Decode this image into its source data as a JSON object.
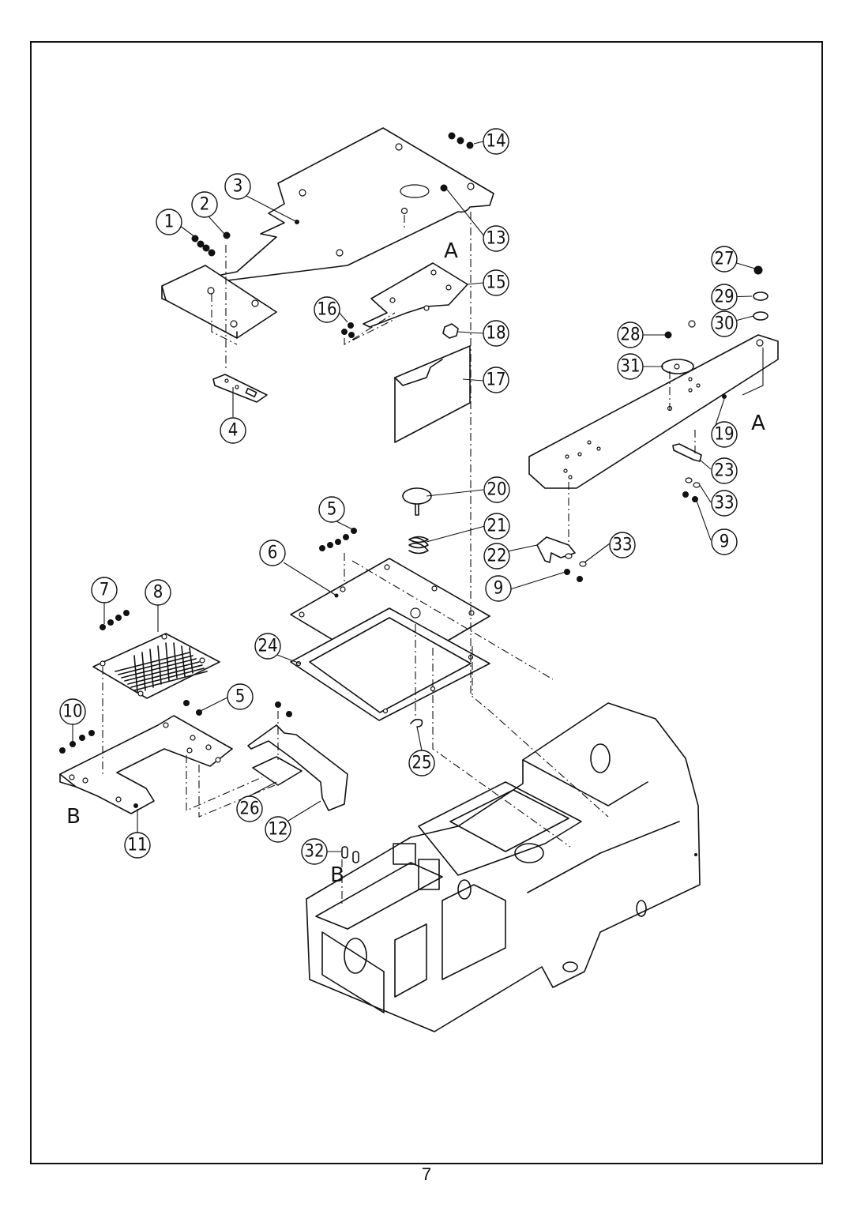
{
  "page": {
    "number": "7"
  },
  "callouts": [
    {
      "label": "1"
    },
    {
      "label": "2"
    },
    {
      "label": "3"
    },
    {
      "label": "4"
    },
    {
      "label": "5"
    },
    {
      "label": "6"
    },
    {
      "label": "7"
    },
    {
      "label": "8"
    },
    {
      "label": "9"
    },
    {
      "label": "10"
    },
    {
      "label": "11"
    },
    {
      "label": "12"
    },
    {
      "label": "13"
    },
    {
      "label": "14"
    },
    {
      "label": "15"
    },
    {
      "label": "16"
    },
    {
      "label": "17"
    },
    {
      "label": "18"
    },
    {
      "label": "19"
    },
    {
      "label": "20"
    },
    {
      "label": "21"
    },
    {
      "label": "22"
    },
    {
      "label": "23"
    },
    {
      "label": "24"
    },
    {
      "label": "25"
    },
    {
      "label": "26"
    },
    {
      "label": "27"
    },
    {
      "label": "28"
    },
    {
      "label": "29"
    },
    {
      "label": "30"
    },
    {
      "label": "31"
    },
    {
      "label": "32"
    },
    {
      "label": "33"
    },
    {
      "label": "33"
    },
    {
      "label": "9"
    },
    {
      "label": "5"
    }
  ],
  "reference_letters": [
    {
      "label": "A"
    },
    {
      "label": "A"
    },
    {
      "label": "B"
    },
    {
      "label": "B"
    }
  ]
}
